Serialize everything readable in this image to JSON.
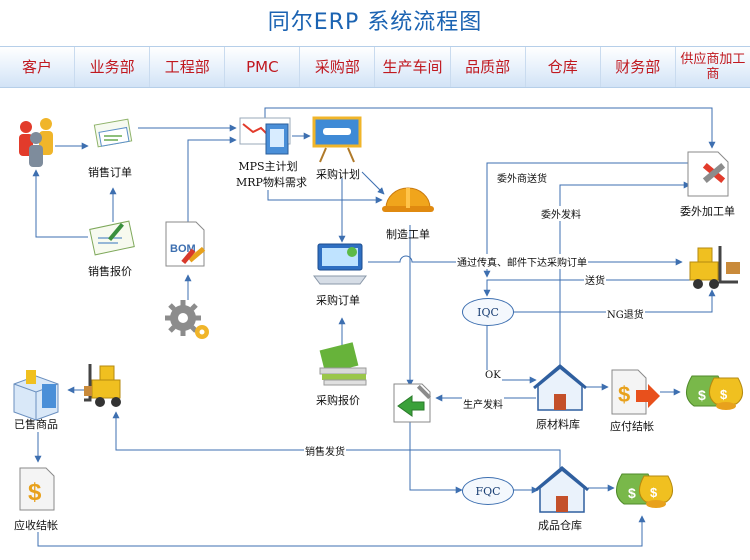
{
  "title": "同尔ERP 系统流程图",
  "departments": [
    "客户",
    "业务部",
    "工程部",
    "PMC",
    "采购部",
    "生产车间",
    "品质部",
    "仓库",
    "财务部",
    "供应商加工商"
  ],
  "nodes": {
    "sales_order": "销售订单",
    "sales_quote": "销售报价",
    "mps_line1": "MPS主计划",
    "mps_line2": "MRP物料需求",
    "purchase_plan": "采购计划",
    "work_order": "制造工单",
    "purchase_order": "采购订单",
    "purchase_quote": "采购报价",
    "outsource": "委外加工单",
    "sold_goods": "已售商品",
    "receivable": "应收结帐",
    "raw_store": "原材料库",
    "payable": "应付结帐",
    "finished_store": "成品仓库",
    "iqc": "IQC",
    "fqc": "FQC",
    "bom": "BOM"
  },
  "edge_labels": {
    "outsource_delivery": "委外商送货",
    "outsource_issue": "委外发料",
    "send_po": "通过传真、邮件下达采购订单",
    "delivery": "送货",
    "ok": "OK",
    "ng_return": "NG退货",
    "production_issue": "生产发料",
    "sales_shipping": "销售发货"
  },
  "icons": [
    "customer-group-icon",
    "document-icon",
    "chart-icon",
    "presentation-icon",
    "hardhat-icon",
    "computer-icon",
    "books-icon",
    "forklift-icon",
    "warehouse-icon",
    "money-bag-icon",
    "gear-icon",
    "tools-icon",
    "box-icon",
    "cash-icon"
  ],
  "colors": {
    "title": "#1b63b2",
    "dept_text": "#c0181f",
    "line": "#3d6fb0"
  }
}
